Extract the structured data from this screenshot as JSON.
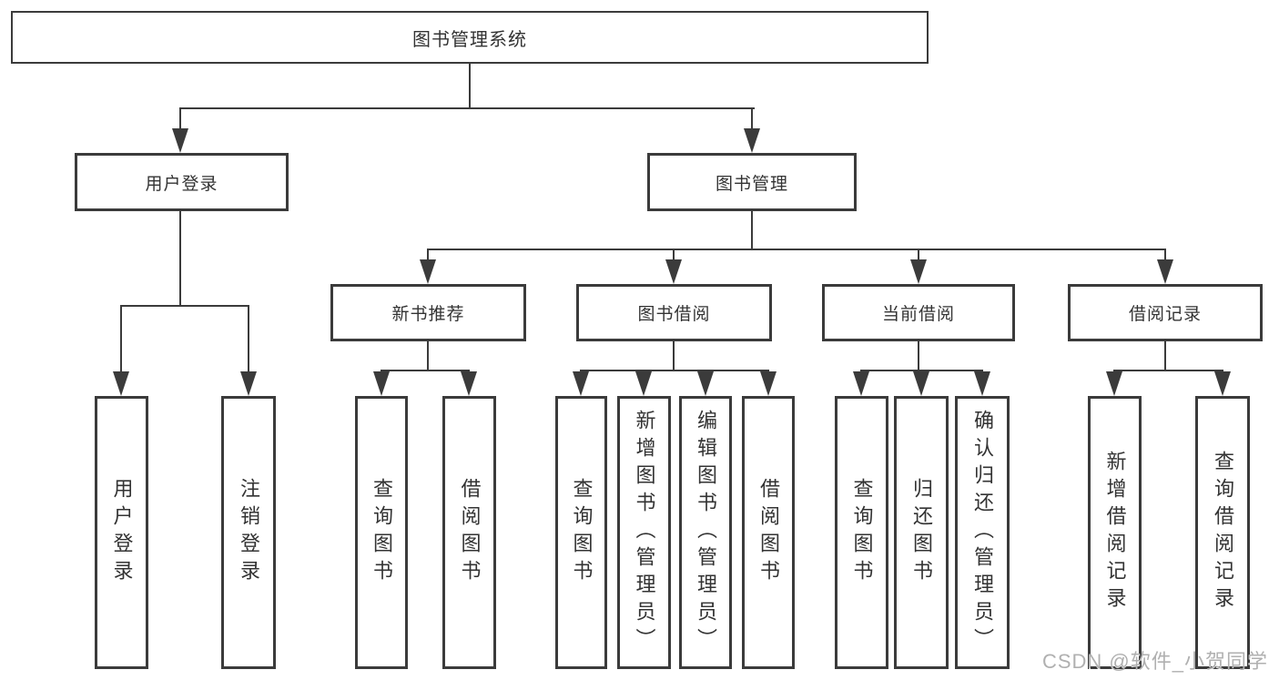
{
  "colors": {
    "line": "#3b3b3b",
    "text": "#333333",
    "watermark": "#b0b0b0",
    "bg": "#ffffff"
  },
  "watermark": "CSDN @软件_小贺同学",
  "nodes": {
    "root": "图书管理系统",
    "user_login": "用户登录",
    "book_management": "图书管理",
    "new_book_recommend": "新书推荐",
    "book_borrowing": "图书借阅",
    "current_borrowing": "当前借阅",
    "borrow_records": "借阅记录",
    "leaves": [
      "用户登录",
      "注销登录",
      "查询图书",
      "借阅图书",
      "查询图书",
      "新增图书（管理员）",
      "编辑图书（管理员）",
      "借阅图书",
      "查询图书",
      "归还图书",
      "确认归还（管理员）",
      "新增借阅记录",
      "查询借阅记录"
    ]
  }
}
